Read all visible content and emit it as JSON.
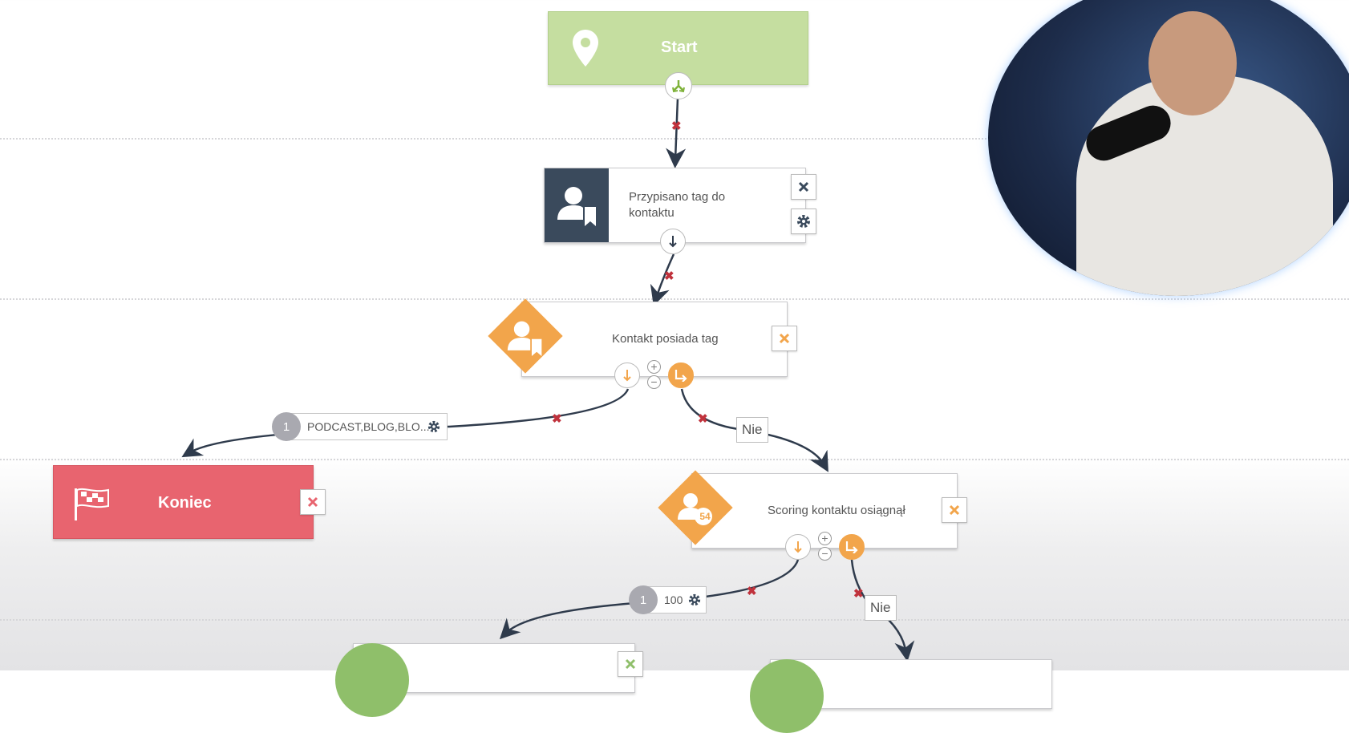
{
  "flow": {
    "start": {
      "label": "Start"
    },
    "tag_assigned": {
      "label_line1": "Przypisano tag do",
      "label_line2": "kontaktu"
    },
    "has_tag": {
      "label": "Kontakt posiada tag"
    },
    "scoring": {
      "label": "Scoring kontaktu osiągnął",
      "badge": "54"
    },
    "end": {
      "label": "Koniec"
    },
    "branch_yes_1": {
      "count": "1",
      "text": "PODCAST,BLOG,BLO..."
    },
    "branch_yes_2": {
      "count": "1",
      "text": "100"
    },
    "branch_no_label": "Nie"
  },
  "colors": {
    "start": "#c5dea0",
    "tag_dark": "#3a4a5c",
    "condition_orange": "#f2a54b",
    "end_red": "#e8646f",
    "arrow": "#2f3b4c",
    "delete_red": "#c0323c",
    "bottom_green": "#8fbf6a"
  },
  "icons": {
    "start": "map-pin-icon",
    "tag_assigned": "user-tag-icon",
    "has_tag": "user-tag-icon",
    "scoring": "user-score-icon",
    "end": "checkered-flag-icon"
  }
}
